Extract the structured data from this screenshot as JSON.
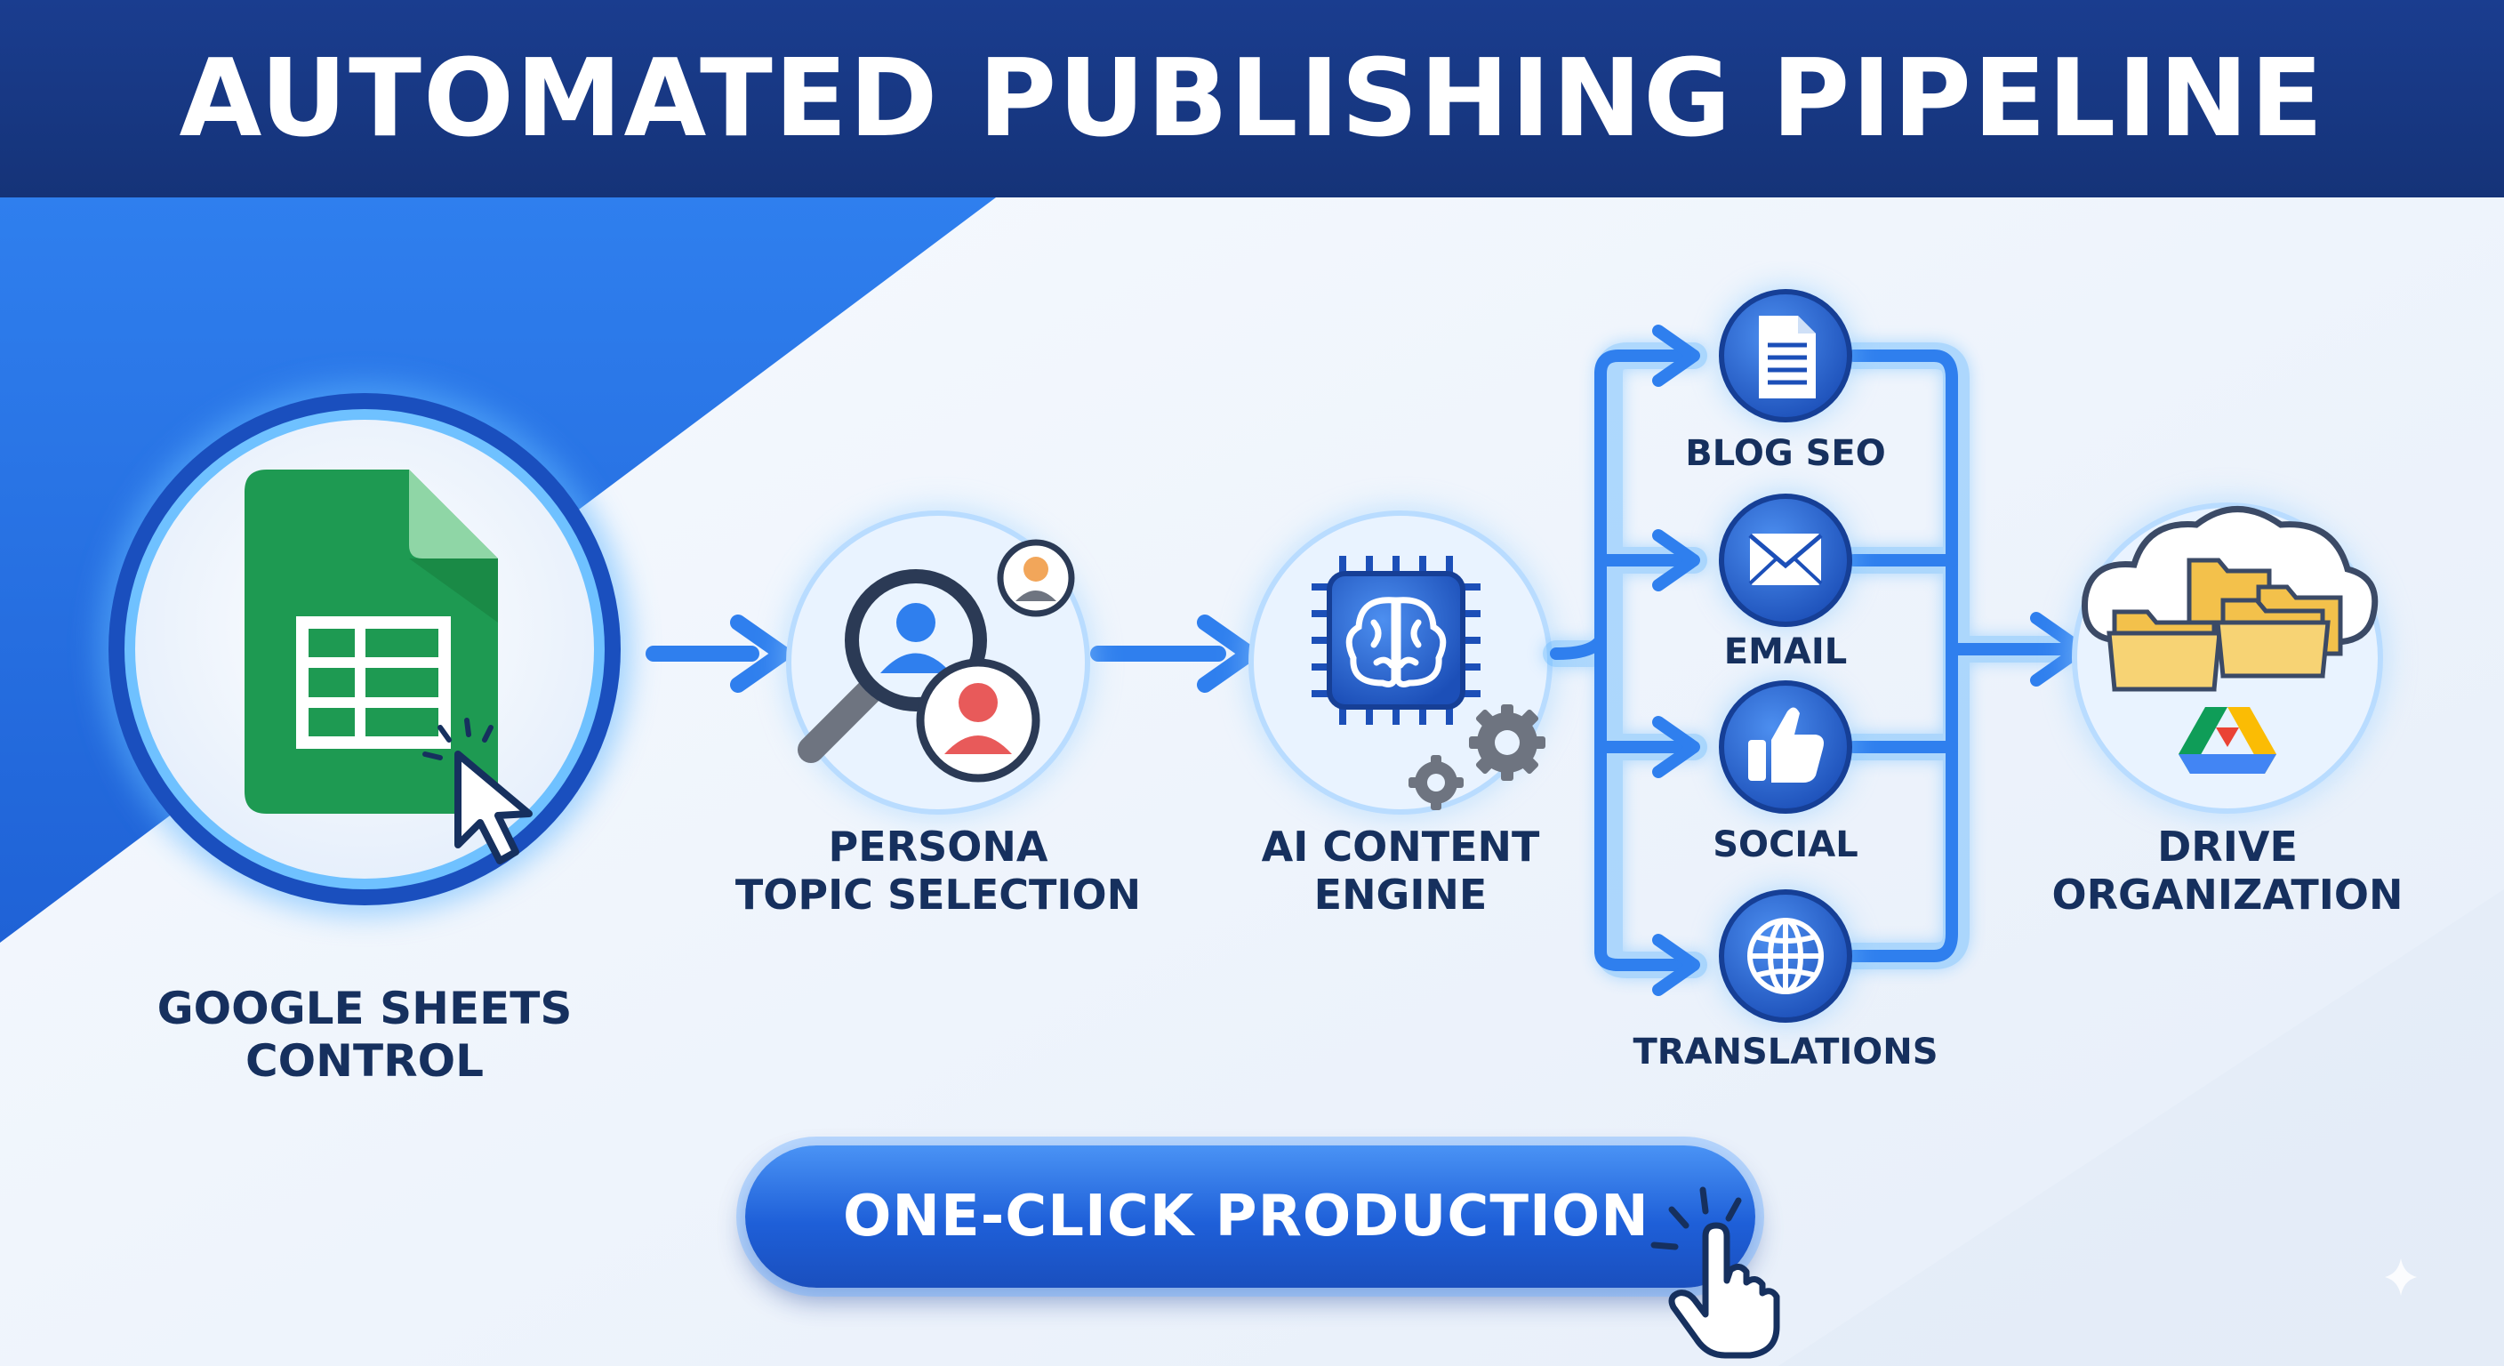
{
  "title": "AUTOMATED PUBLISHING PIPELINE",
  "steps": {
    "sheets": {
      "lines": [
        "GOOGLE SHEETS",
        "CONTROL"
      ]
    },
    "persona": {
      "lines": [
        "PERSONA",
        "TOPIC SELECTION"
      ]
    },
    "ai": {
      "lines": [
        "AI CONTENT",
        "ENGINE"
      ]
    },
    "drive": {
      "lines": [
        "DRIVE",
        "ORGANIZATION"
      ]
    }
  },
  "outputs": [
    {
      "label": "BLOG SEO",
      "icon": "document-icon"
    },
    {
      "label": "EMAIL",
      "icon": "envelope-icon"
    },
    {
      "label": "SOCIAL",
      "icon": "thumbs-up-icon"
    },
    {
      "label": "TRANSLATIONS",
      "icon": "globe-icon"
    }
  ],
  "cta": {
    "label": "ONE-CLICK PRODUCTION"
  },
  "colors": {
    "title_bar": "#153378",
    "accent_blue": "#1e5fd8",
    "glow": "#5fb6ff",
    "text_dark": "#16305e",
    "sheets_green": "#1e9a52",
    "folder_yellow": "#f3c14b"
  }
}
